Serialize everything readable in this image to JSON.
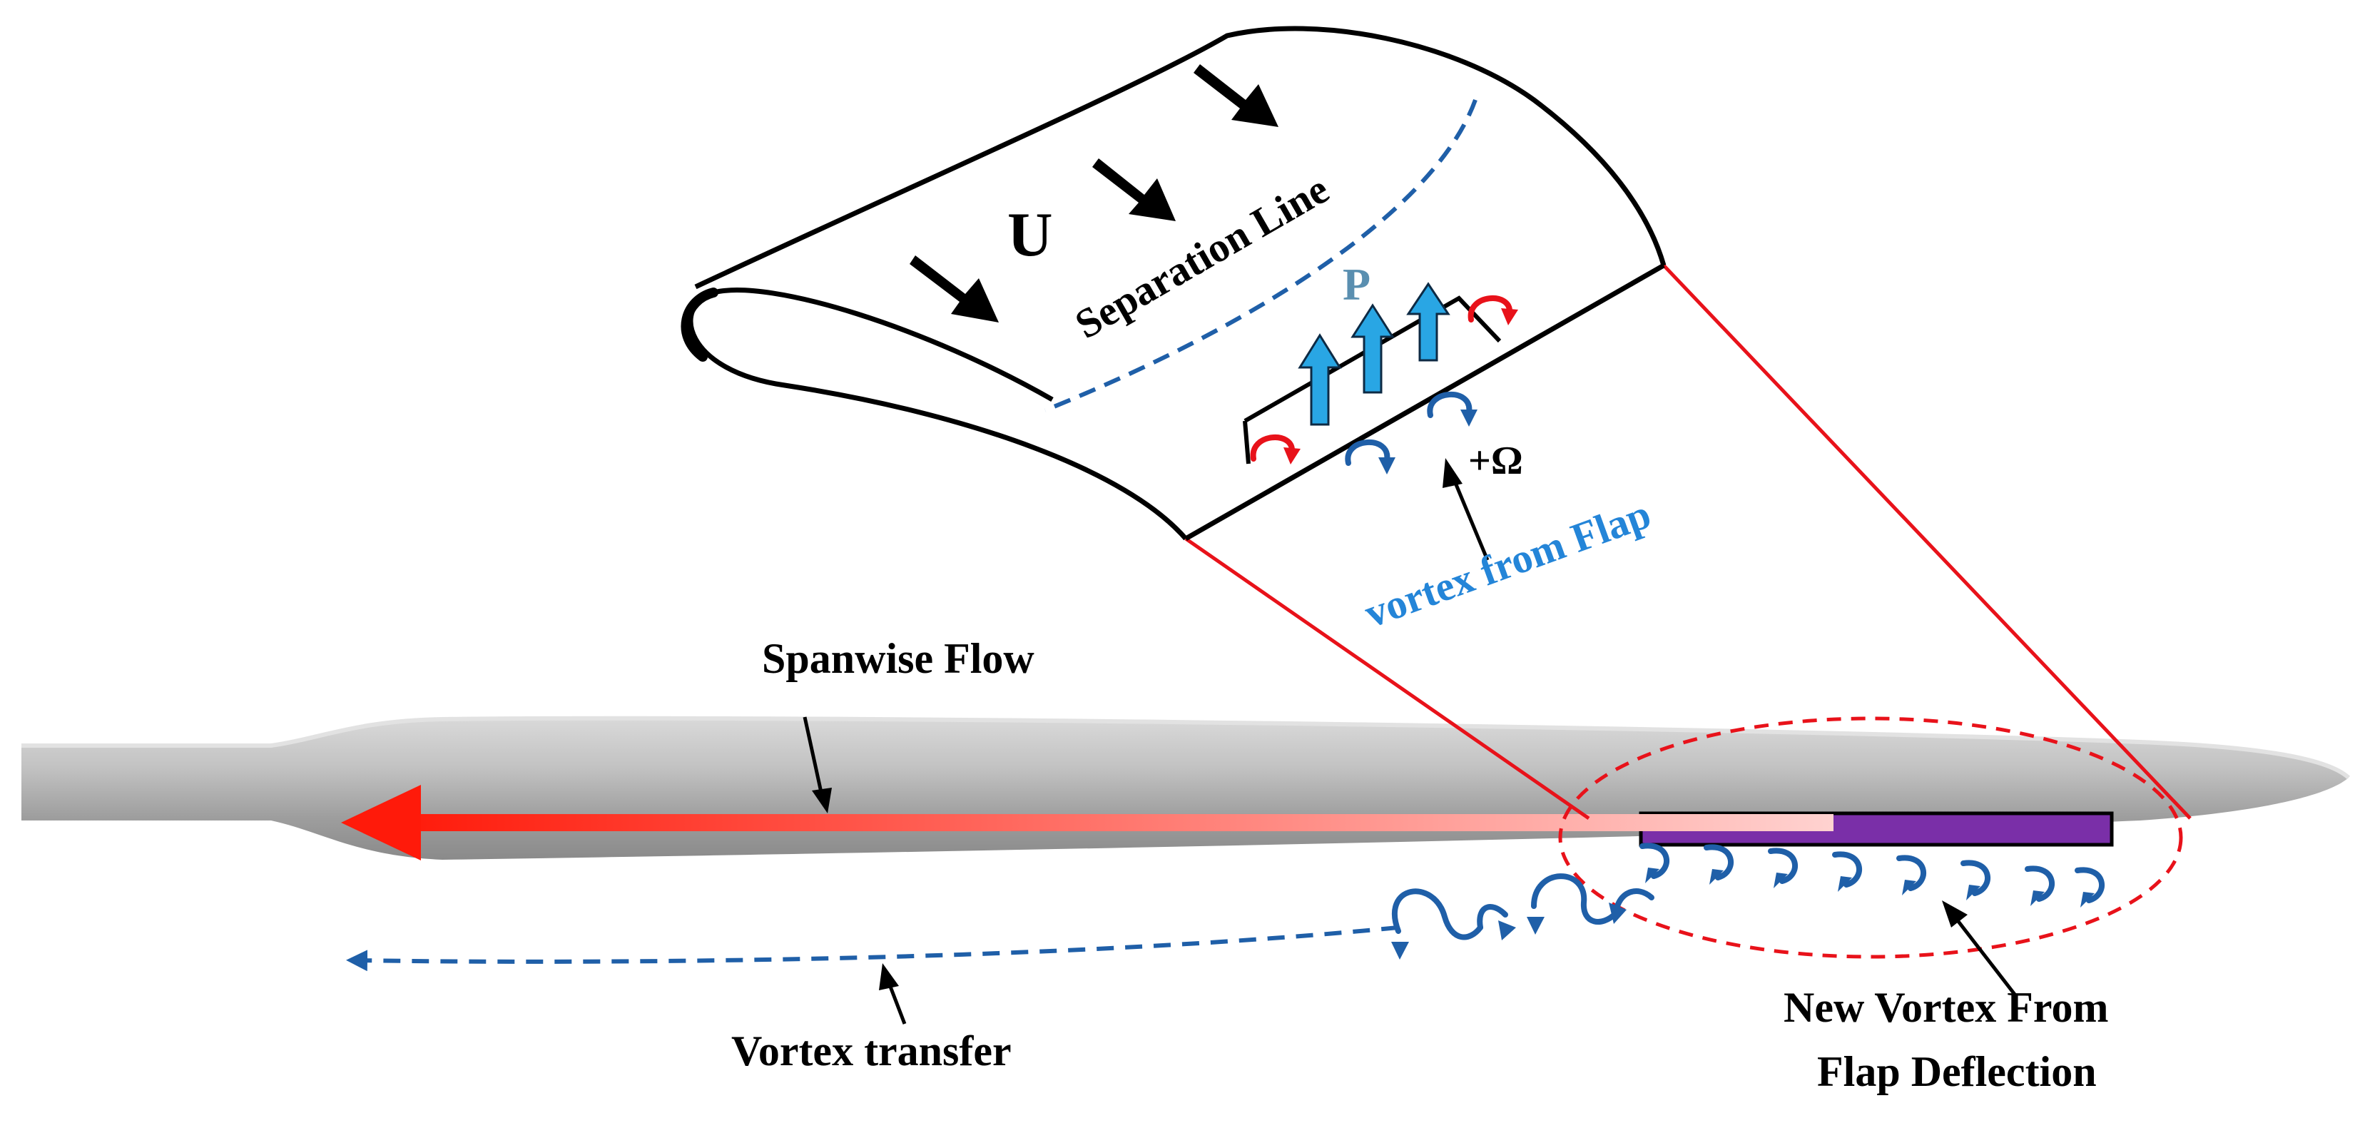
{
  "labels": {
    "freestream": "U",
    "separation_line": "Separation Line",
    "pressure": "P",
    "omega": "+Ω",
    "flap_vortex": "vortex from Flap",
    "spanwise_flow": "Spanwise Flow",
    "vortex_transfer": "Vortex transfer",
    "new_vortex_line1": "New Vortex From",
    "new_vortex_line2": "Flap Deflection"
  },
  "colors": {
    "outline": "#000000",
    "zoom_line": "#e8121a",
    "vortex_blue": "#1f5fa8",
    "pressure_arrow": "#29a6e4",
    "pressure_label": "#5a8fb0",
    "flap_purple": "#7a2fa8",
    "flap_vortex_text": "#2485d8",
    "spanwise_arrow": "#ff2a1a",
    "blade_gray": "#a8a8a8"
  }
}
